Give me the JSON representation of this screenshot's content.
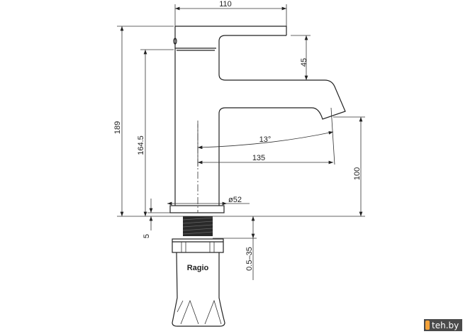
{
  "drawing": {
    "dimensions": {
      "handle_length": "110",
      "handle_height": "45",
      "spout_angle": "13°",
      "spout_reach": "135",
      "spout_height": "100",
      "total_height": "189",
      "body_height": "164.5",
      "base_diameter": "ø52",
      "base_thickness": "5",
      "counter_thickness": "0.5–35"
    },
    "brand_mark": "Ragio"
  },
  "watermark": {
    "text": "teh.by",
    "accent": "#f3a23a"
  }
}
